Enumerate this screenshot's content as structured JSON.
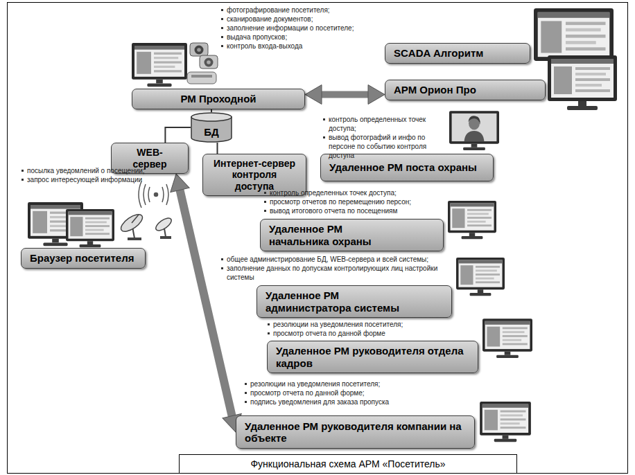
{
  "diagram": {
    "caption": "Функциональная схема АРМ «Посетитель»",
    "nodes": [
      {
        "text": [
          "РМ Проходной"
        ]
      },
      {
        "text": [
          "SCADA Алгоритм"
        ]
      },
      {
        "text": [
          "АРМ  Орион Про"
        ]
      },
      {
        "text": [
          "БД"
        ]
      },
      {
        "text": [
          "WEB-сервер"
        ]
      },
      {
        "text": [
          "Интернет-сервер контроля доступа"
        ]
      },
      {
        "text": [
          "Удаленное РМ поста охраны"
        ]
      },
      {
        "text": [
          "Браузер посетителя"
        ]
      },
      {
        "text": [
          "Удаленное РМ начальника охраны"
        ]
      },
      {
        "text": [
          "Удаленное РМ администратора системы"
        ]
      },
      {
        "text": [
          "Удаленное РМ руководителя отдела кадров"
        ]
      },
      {
        "text": [
          "Удаленное РМ руководителя компании на объекте"
        ]
      }
    ],
    "edges": [
      {
        "from": 0,
        "to": 2,
        "arrow": "both"
      },
      {
        "from": 0,
        "to": 3,
        "arrow": "none"
      },
      {
        "from": 3,
        "to": 4,
        "arrow": "none"
      },
      {
        "from": 3,
        "to": 5,
        "arrow": "none"
      },
      {
        "from": 4,
        "to": 11,
        "arrow": "both"
      }
    ],
    "labels": [
      "фотографирование посетителя;",
      "сканирование документов;",
      "заполнение информации о посетителе;",
      "выдача пропусков;",
      "контроль входа-выхода",
      "контроль определенных точек доступа;",
      "вывод фотографий и инфо по персоне по событию контроля доступа",
      "посылка уведомлений о посещении;",
      "запрос интересующей информации",
      "контроль определенных точек доступа;",
      "просмотр отчетов по перемещению персон;",
      "вывод итогового отчета по посещениям",
      "общее администрирование БД, WEB-сервера и всей системы;",
      "заполнение данных по допускам контролирующих лиц настройки системы",
      "резолюции на уведомления посетителя;",
      "просмотр отчета по данной форме",
      "резолюции на уведомления посетителя;",
      "просмотр отчета по данной форме;",
      "подпись уведомления для заказа пропуска"
    ]
  }
}
